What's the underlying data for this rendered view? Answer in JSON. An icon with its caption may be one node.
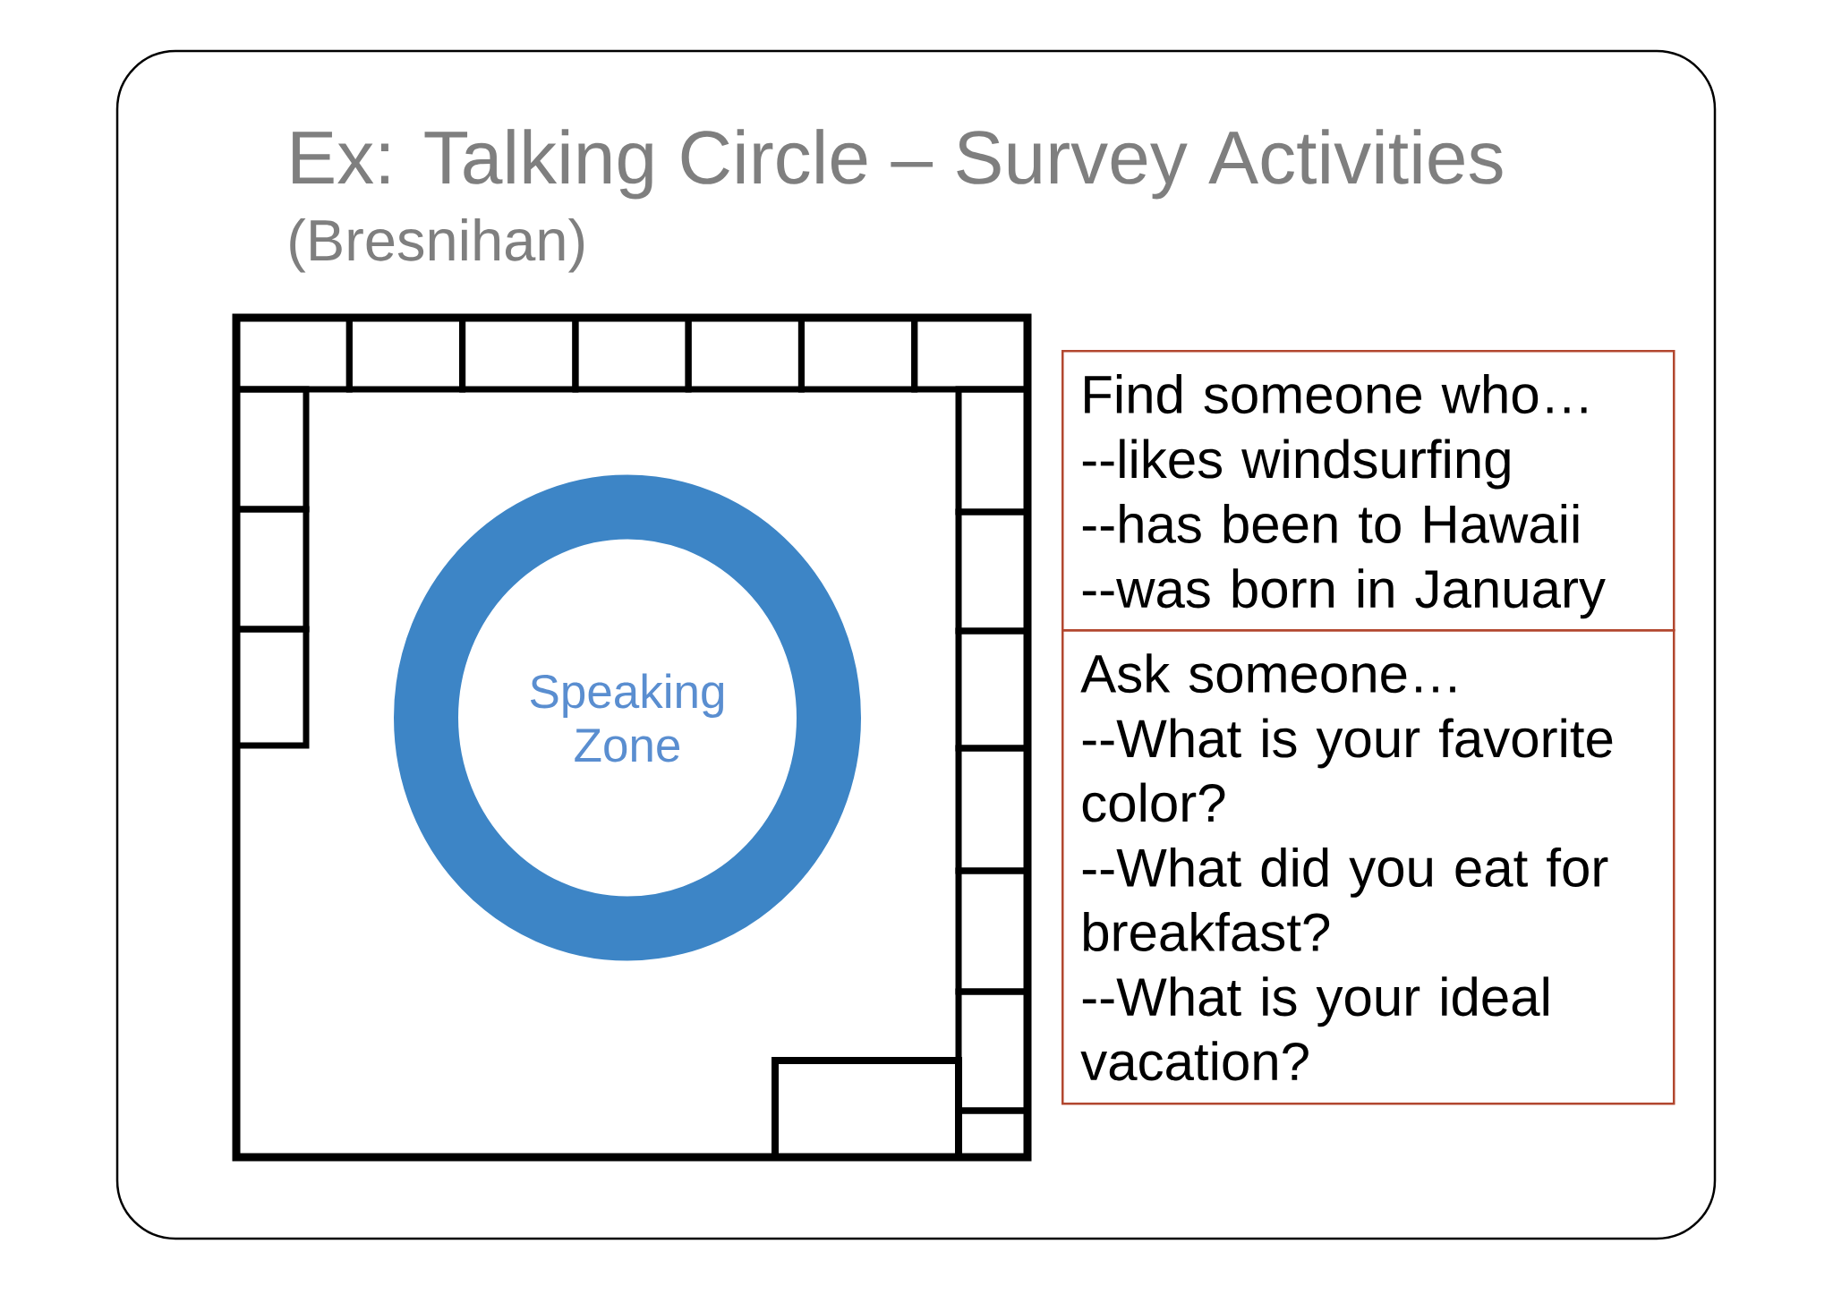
{
  "diagram": {
    "title": "Ex: Talking Circle – Survey Activities",
    "nodes": [
      {
        "text": [
          "Speaking Zone"
        ]
      },
      {
        "text": [
          "Find someone who…",
          "--likes windsurfing",
          "--has been to Hawaii",
          "--was born in January"
        ]
      },
      {
        "text": [
          "Ask someone…",
          "--What is your favorite color?",
          "--What did you eat for breakfast?",
          "--What is your ideal vacation?"
        ]
      }
    ],
    "labels": [
      "(Bresnihan)"
    ]
  }
}
